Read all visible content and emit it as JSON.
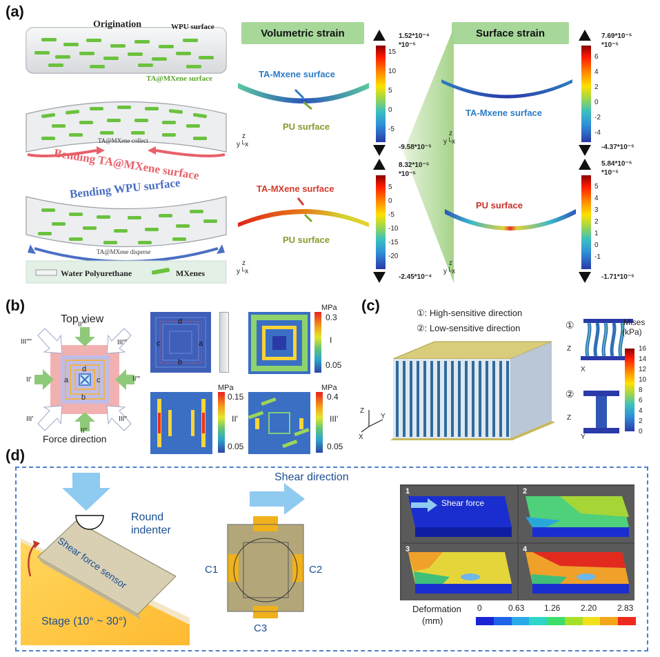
{
  "panel_a": {
    "label": "(a)",
    "origination": "Origination",
    "wpu_surface": "WPU surface",
    "ta_mxene_surface": "TA@MXene surface",
    "ta_mxene_collect": "TA@MXene collect",
    "bending_ta": "Bending TA@MXene surface",
    "bending_wpu": "Bending WPU surface",
    "ta_mxene_disperse": "TA@MXene disperse",
    "legend_wpu": "Water Polyurethane",
    "legend_mxene": "MXenes",
    "volumetric_header": "Volumetric strain",
    "surface_header": "Surface strain",
    "vol_top": {
      "surface_a": "TA-Mxene surface",
      "surface_b": "PU surface",
      "max": "1.52*10⁻⁴",
      "scale": "*10⁻⁵",
      "min": "-9.58*10⁻⁵",
      "ticks": [
        "15",
        "10",
        "5",
        "0",
        "-5"
      ]
    },
    "vol_bot": {
      "surface_a": "TA-MXene surface",
      "surface_b": "PU surface",
      "max": "8.32*10⁻⁵",
      "scale": "*10⁻⁵",
      "min": "-2.45*10⁻⁴",
      "ticks": [
        "5",
        "0",
        "-5",
        "-10",
        "-15",
        "-20"
      ]
    },
    "surf_top": {
      "surface": "TA-Mxene surface",
      "max": "7.69*10⁻⁵",
      "scale": "*10⁻⁵",
      "min": "-4.37*10⁻⁵",
      "ticks": [
        "6",
        "4",
        "2",
        "0",
        "-2",
        "-4"
      ]
    },
    "surf_bot": {
      "surface": "PU surface",
      "max": "5.84*10⁻⁵",
      "scale": "*10⁻⁵",
      "min": "-1.71*10⁻⁵",
      "ticks": [
        "5",
        "4",
        "3",
        "2",
        "1",
        "0",
        "-1"
      ]
    },
    "axis_z": "z",
    "axis_yx": "y└x"
  },
  "panel_b": {
    "label": "(b)",
    "top_view": "Top view",
    "force_direction": "Force direction",
    "dirs": {
      "n": "II′′′′",
      "ne": "III′′′",
      "e": "II′′′",
      "se": "III′′",
      "s": "II′′",
      "sw": "III′",
      "w": "II′",
      "nw": "III′′′′"
    },
    "letters": {
      "a": "a",
      "b": "b",
      "c": "c",
      "d": "d"
    },
    "maps": [
      {
        "unit": "MPa",
        "max": "0.3",
        "min": "0.05",
        "tag": "I"
      },
      {
        "unit": "MPa",
        "max": "0.15",
        "min": "0.05",
        "tag": "II′"
      },
      {
        "unit": "MPa",
        "max": "0.4",
        "min": "0.05",
        "tag": "III′"
      }
    ]
  },
  "panel_c": {
    "label": "(c)",
    "high": "①: High-sensitive direction",
    "low": "②: Low-sensitive direction",
    "mark1": "①",
    "mark2": "②",
    "mises": "Mises",
    "unit": "(kPa)",
    "ticks": [
      "16",
      "14",
      "12",
      "10",
      "8",
      "6",
      "4",
      "2",
      "0"
    ],
    "ax_z": "Z",
    "ax_x": "X",
    "ax_y": "Y"
  },
  "panel_d": {
    "label": "(d)",
    "round_indenter": "Round\nindenter",
    "sensor": "Shear force sensor",
    "stage": "Stage (10° ~ 30°)",
    "shear_direction": "Shear direction",
    "c1": "C1",
    "c2": "C2",
    "c3": "C3",
    "shear_force": "Shear force",
    "frame_ids": [
      "1",
      "2",
      "3",
      "4"
    ],
    "deformation": "Deformation",
    "unit": "(mm)",
    "scale_ticks": [
      "0",
      "0.63",
      "1.26",
      "2.20",
      "2.83"
    ]
  }
}
